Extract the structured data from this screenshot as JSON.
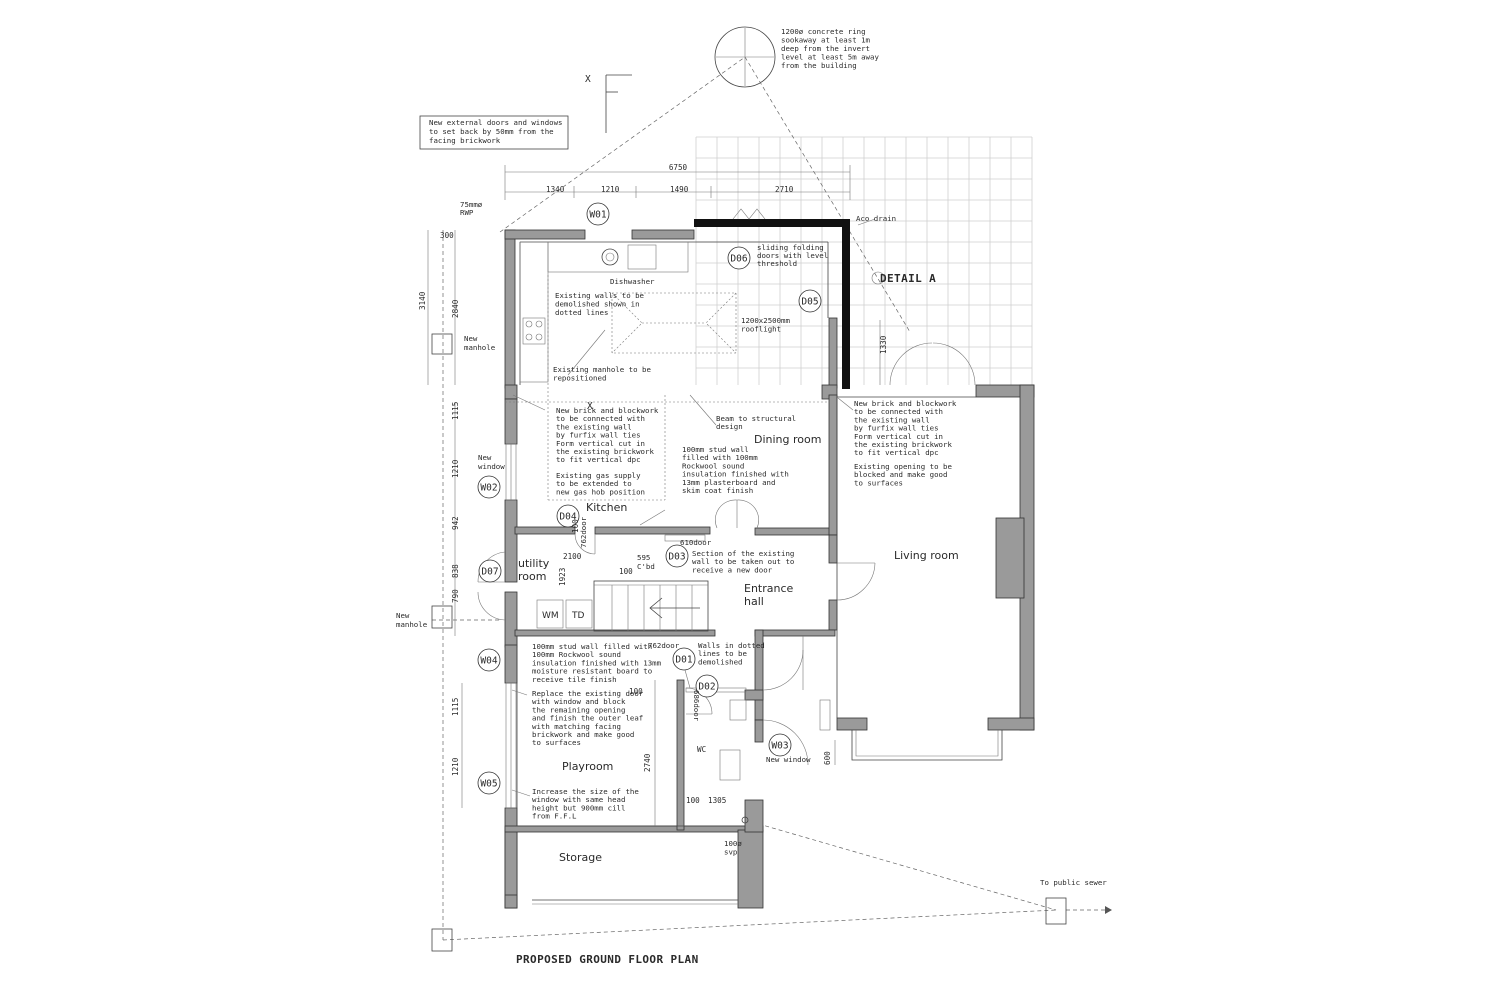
{
  "title": "PROPOSED GROUND FLOOR PLAN",
  "rooms": {
    "kitchen": "Kitchen",
    "dining": "Dining room",
    "living": "Living room",
    "utility_1": "utility",
    "utility_2": "room",
    "entrance_1": "Entrance",
    "entrance_2": "hall",
    "playroom": "Playroom",
    "storage": "Storage",
    "wc": "WC",
    "wm": "WM",
    "td": "TD"
  },
  "detail": "DETAIL A",
  "section_mark": "X",
  "section_mark_2": "X",
  "tags": {
    "w01": "W01",
    "w02": "W02",
    "w03": "W03",
    "w04": "W04",
    "w05": "W05",
    "d01": "D01",
    "d02": "D02",
    "d03": "D03",
    "d04": "D04",
    "d05": "D05",
    "d06": "D06",
    "d07": "D07"
  },
  "notes": {
    "external": [
      "New   external doors and windows",
      "to set back by 50mm from the",
      "facing brickwork"
    ],
    "soakaway": [
      "1200ø concrete ring",
      "sookaway at least 1m",
      "deep from the invert",
      "level at least 5m away",
      "from the building"
    ],
    "rwp": [
      "75mmø",
      "RWP"
    ],
    "aco": "Aco drain",
    "sliding": [
      "sliding folding",
      "doors with level",
      "threshold"
    ],
    "dishwasher": "Dishwasher",
    "demolish": [
      "Existing walls to be",
      "demolished shown in",
      "dotted lines"
    ],
    "rooflight": [
      "1200x2500mm",
      "rooflight"
    ],
    "manhole_repos": [
      "Existing manhole to be",
      "repositioned"
    ],
    "brick_left": [
      "New brick and blockwork",
      "to be connected with",
      "the existing wall",
      "by furfix wall ties",
      "Form vertical cut in",
      "the existing brickwork",
      "to fit vertical dpc"
    ],
    "gas": [
      "Existing gas supply",
      "to be extended to",
      "new gas hob position"
    ],
    "beam": [
      "Beam to structural",
      "design"
    ],
    "stud_dining": [
      "100mm stud wall",
      "filled with 100mm",
      "Rockwool sound",
      "insulation finished with",
      "13mm plasterboard and",
      "skim coat finish"
    ],
    "brick_right": [
      "New brick and blockwork",
      "to be connected with",
      "the existing wall",
      "by furfix wall ties",
      "Form vertical cut in",
      "the existing brickwork",
      "to fit vertical dpc"
    ],
    "opening": [
      "Existing opening to be",
      "blocked and make good",
      "to surfaces"
    ],
    "section_wall": [
      "Section of the existing",
      "wall to be taken out to",
      "receive a new door"
    ],
    "stud_play": [
      "100mm stud wall filled with",
      "100mm Rockwool sound",
      "insulation finished with 13mm",
      "moisture resistant board to",
      "receive tile finish"
    ],
    "replace": [
      "Replace the existing door",
      "with window and block",
      "the remaining opening",
      "and finish the outer leaf",
      "with matching facing",
      "brickwork and make good",
      "to surfaces"
    ],
    "increase": [
      "Increase the size of the",
      "window with same head",
      "height but 900mm cill",
      "from F.F.L"
    ],
    "walls_dotted": [
      "Walls in dotted",
      "lines to be",
      "demolished"
    ],
    "new_manhole_top": [
      "New",
      "manhole"
    ],
    "new_window_left": [
      "New",
      "window"
    ],
    "new_manhole_mid": [
      "New",
      "manhole"
    ],
    "new_window_w03": "New window",
    "svp": [
      "100ø",
      "svp"
    ],
    "sewer": "To public sewer",
    "door610": "610door",
    "door762a": "762door",
    "door762b": "762door",
    "door686": "686door",
    "cbd_1": "595",
    "cbd_2": "C'bd"
  },
  "dims": {
    "total": "6750",
    "d1340": "1340",
    "d1210": "1210",
    "d1490": "1490",
    "d2710": "2710",
    "d300": "300",
    "d3140": "3140",
    "d2840": "2840",
    "d1115a": "1115",
    "d1210a": "1210",
    "d942": "942",
    "d838": "838",
    "d790": "790",
    "d1115b": "1115",
    "d1210b": "1210",
    "d1330": "1330",
    "d2100": "2100",
    "d100a": "100",
    "d100b": "100",
    "d100c": "100",
    "d100d": "100",
    "d1923": "1923",
    "d2740": "2740",
    "d1305": "1305",
    "d600": "600"
  }
}
